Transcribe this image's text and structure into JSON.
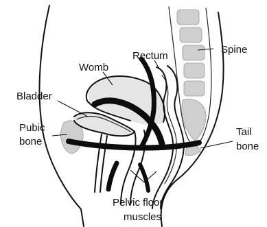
{
  "labels": {
    "spine": "Spine",
    "rectum": "Rectum",
    "womb": "Womb",
    "bladder": "Bladder",
    "pubic_bone_line1": "Pubic",
    "pubic_bone_line2": "bone",
    "tail_bone_line1": "Tail",
    "tail_bone_line2": "bone",
    "pelvic_floor_line1": "Pelvic floor",
    "pelvic_floor_line2": "muscles"
  }
}
